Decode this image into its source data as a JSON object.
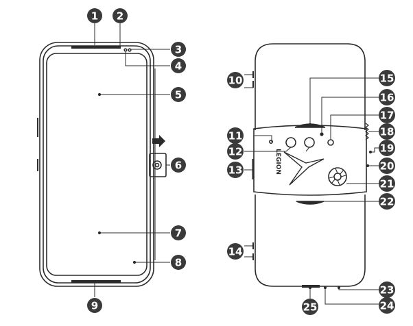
{
  "colors": {
    "outline": "#2b2b2b",
    "badge_fill": "#3a3a3a",
    "badge_text": "#ffffff",
    "background": "#ffffff"
  },
  "front_view": {
    "arrow_icon": "right-arrow-icon"
  },
  "back_view": {
    "brand_text": "LEGION",
    "logo_icon": "legion-y-logo",
    "fan_icon": "cooling-fan-icon"
  },
  "callouts": [
    "1",
    "2",
    "3",
    "4",
    "5",
    "6",
    "7",
    "8",
    "9",
    "10",
    "11",
    "12",
    "13",
    "14",
    "15",
    "16",
    "17",
    "18",
    "19",
    "20",
    "21",
    "22",
    "23",
    "24",
    "25"
  ]
}
